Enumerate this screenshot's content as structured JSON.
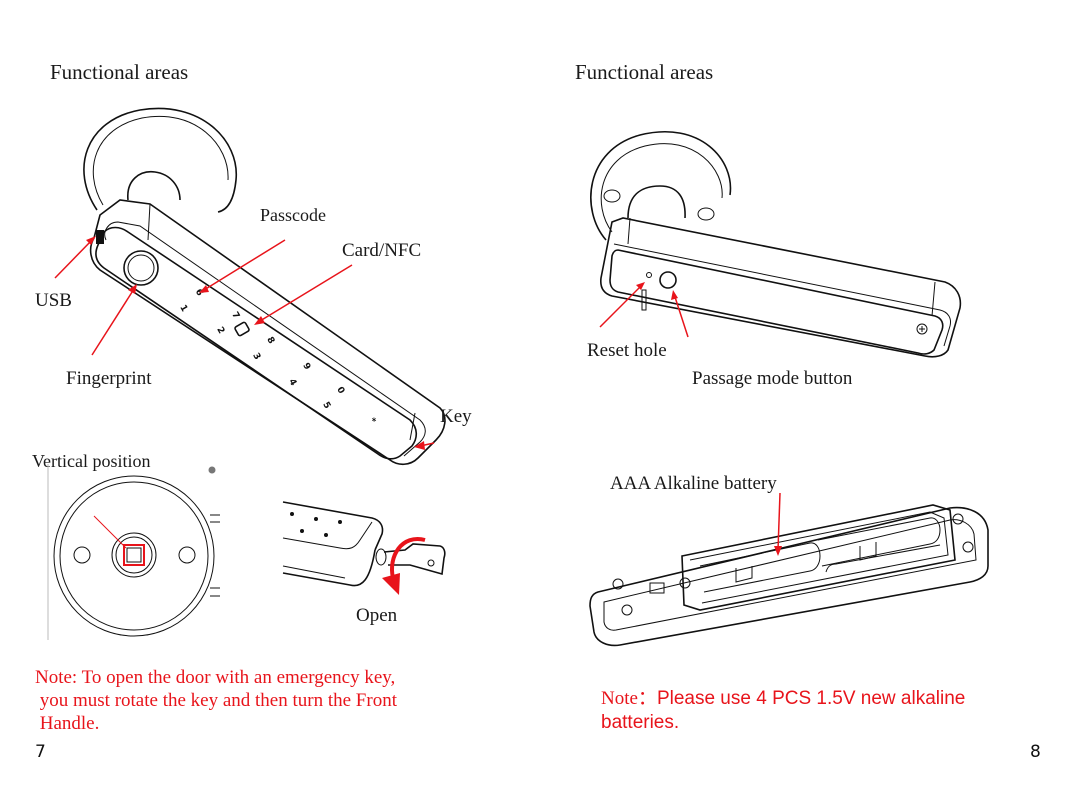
{
  "document": {
    "colors": {
      "text": "#1a1a1a",
      "note": "#e8141b",
      "arrow": "#e8141b"
    },
    "pages": [
      {
        "page_number": "7",
        "title": "Functional areas",
        "labels": {
          "passcode": "Passcode",
          "card_nfc": "Card/NFC",
          "usb": "USB",
          "fingerprint": "Fingerprint",
          "key": "Key",
          "vertical_position": "Vertical position",
          "open": "Open"
        },
        "keypad_digits": [
          "1",
          "2",
          "3",
          "4",
          "5",
          "6",
          "7",
          "8",
          "9",
          "0",
          "*"
        ],
        "note_lines": [
          "Note: To open the door with an emergency key,",
          " you must rotate the key and then turn the Front",
          " Handle."
        ]
      },
      {
        "page_number": "8",
        "title": "Functional areas",
        "labels": {
          "reset_hole": "Reset hole",
          "passage_mode_button": "Passage mode button",
          "battery": "AAA Alkaline battery"
        },
        "note_prefix": "Note：",
        "note_line1": "Please use  4 PCS 1.5V new alkaline",
        "note_line2": "batteries."
      }
    ]
  }
}
